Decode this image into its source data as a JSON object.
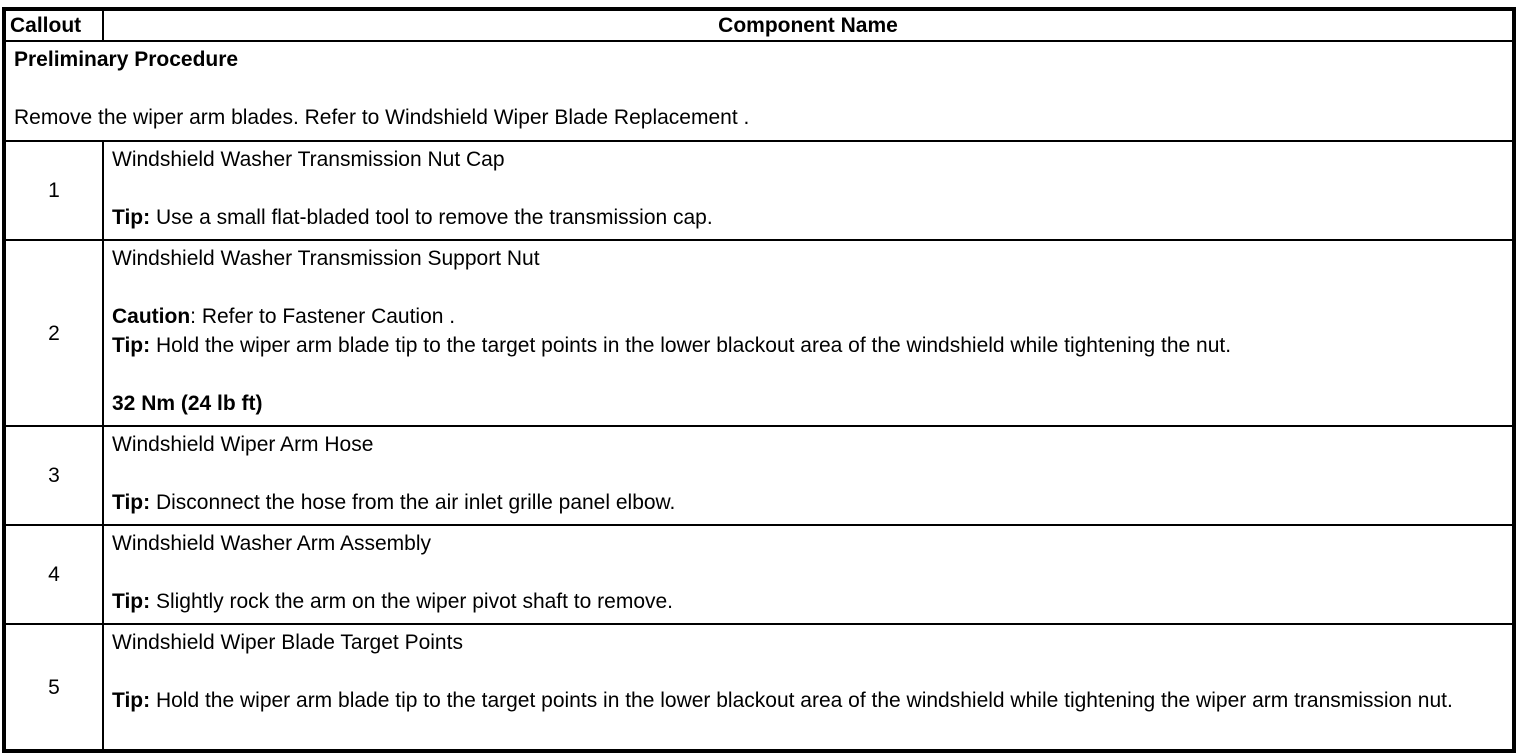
{
  "table": {
    "header": {
      "callout": "Callout",
      "component_name": "Component Name"
    },
    "preliminary": {
      "title": "Preliminary Procedure",
      "text": "Remove the wiper arm blades. Refer to Windshield Wiper Blade Replacement ."
    },
    "rows": [
      {
        "callout": "1",
        "name": "Windshield Washer Transmission Nut Cap",
        "tip_label": "Tip:",
        "tip_text": " Use a small flat-bladed tool to remove the transmission cap."
      },
      {
        "callout": "2",
        "name": "Windshield Washer Transmission Support Nut",
        "caution_label": "Caution",
        "caution_text": ": Refer to Fastener Caution .",
        "tip_label": "Tip:",
        "tip_text": " Hold the wiper arm blade tip to the target points in the lower blackout area of the windshield while tightening the nut.",
        "torque": "32 Nm (24 lb ft)"
      },
      {
        "callout": "3",
        "name": "Windshield Wiper Arm Hose",
        "tip_label": "Tip:",
        "tip_text": " Disconnect the hose from the air inlet grille panel elbow."
      },
      {
        "callout": "4",
        "name": "Windshield Washer Arm Assembly",
        "tip_label": "Tip:",
        "tip_text": " Slightly rock the arm on the wiper pivot shaft to remove."
      },
      {
        "callout": "5",
        "name": "Windshield Wiper Blade Target Points",
        "tip_label": "Tip:",
        "tip_text": " Hold the wiper arm blade tip to the target points in the lower blackout area of the windshield while tightening the wiper arm transmission nut."
      }
    ],
    "colors": {
      "border": "#000000",
      "text": "#000000",
      "background": "#ffffff"
    }
  }
}
